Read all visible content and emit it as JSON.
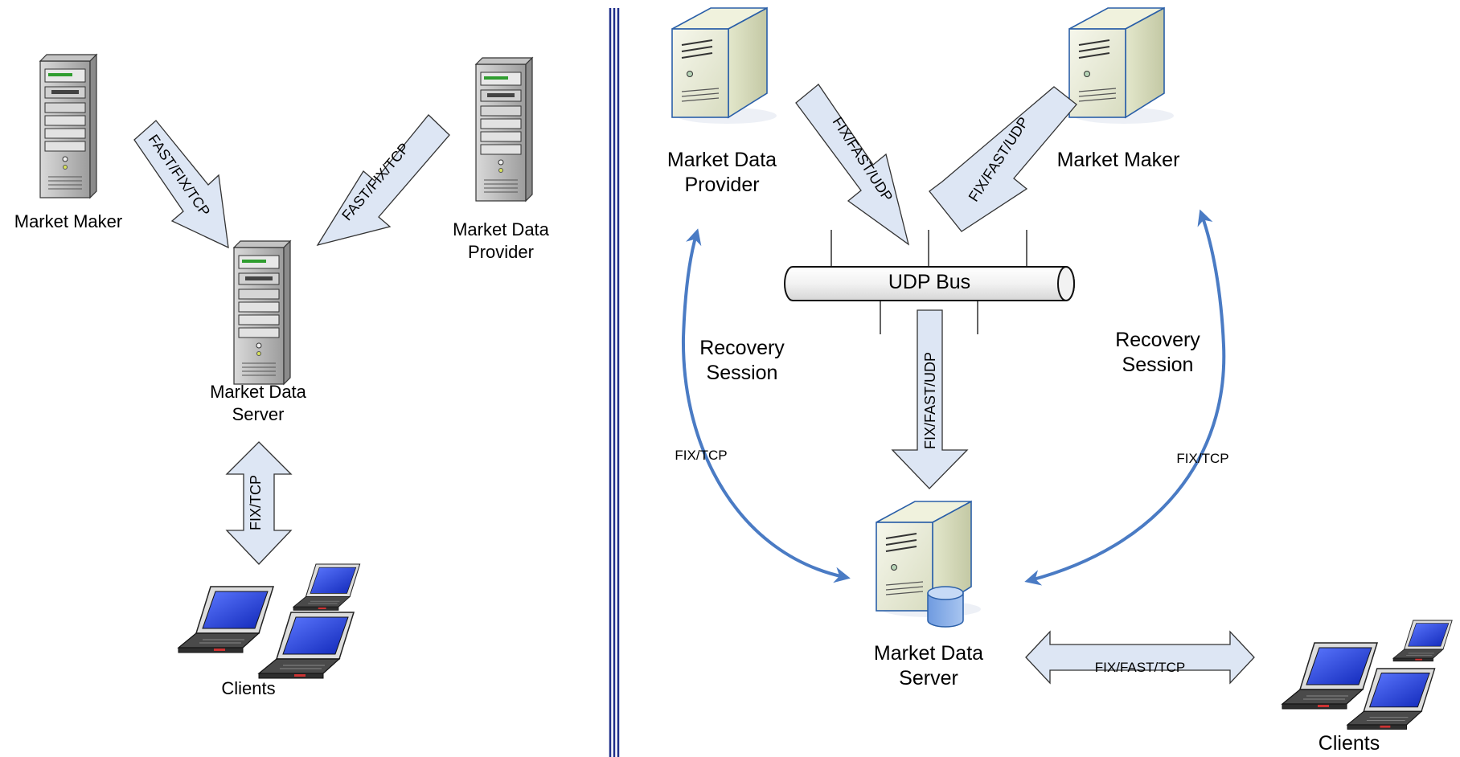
{
  "left": {
    "market_maker": "Market Maker",
    "market_data_provider": [
      "Market Data",
      "Provider"
    ],
    "market_data_server": [
      "Market Data",
      "Server"
    ],
    "clients": "Clients",
    "arrow_mm": "FAST/FIX/TCP",
    "arrow_mdp": "FAST/FIX/TCP",
    "arrow_clients": "FIX/TCP"
  },
  "right": {
    "market_data_provider": [
      "Market Data",
      "Provider"
    ],
    "market_maker": "Market Maker",
    "udp_bus": "UDP Bus",
    "arrow_mdp": "FIX/FAST/UDP",
    "arrow_mm": "FIX/FAST/UDP",
    "arrow_bus": "FIX/FAST/UDP",
    "recovery_left": [
      "Recovery",
      "Session"
    ],
    "recovery_right": [
      "Recovery",
      "Session"
    ],
    "fix_tcp_left": "FIX/TCP",
    "fix_tcp_right": "FIX/TCP",
    "market_data_server": [
      "Market Data",
      "Server"
    ],
    "arrow_clients": "FIX/FAST/TCP",
    "clients": "Clients"
  },
  "colors": {
    "arrow_fill": "#dde6f4",
    "curve_blue": "#4a7bc4",
    "divider": "#1f2f8a",
    "server_beige": "#e9ecd6",
    "laptop_screen": "#2a46e0"
  }
}
